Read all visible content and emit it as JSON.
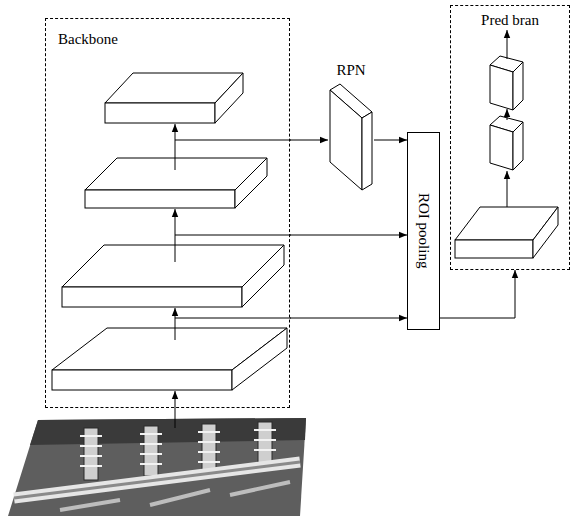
{
  "diagram": {
    "nodes": [
      {
        "text": [
          "Backbone"
        ]
      },
      {
        "text": [
          "RPN"
        ]
      },
      {
        "text": [
          "ROI pooling"
        ]
      },
      {
        "text": [
          "Pred bran"
        ]
      }
    ],
    "edges": [
      {
        "from": 0,
        "to": 1,
        "arrow": "to"
      },
      {
        "from": 0,
        "to": 2,
        "arrow": "to"
      },
      {
        "from": 0,
        "to": 2,
        "arrow": "to"
      },
      {
        "from": 1,
        "to": 2,
        "arrow": "to"
      },
      {
        "from": 2,
        "to": 3,
        "arrow": "to"
      }
    ]
  }
}
